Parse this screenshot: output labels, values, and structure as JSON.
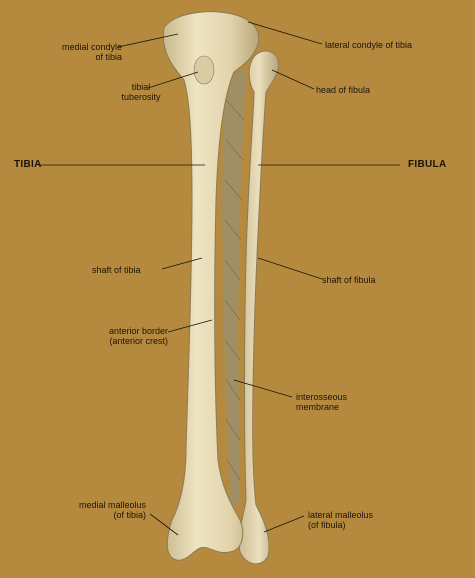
{
  "colors": {
    "background": "#b58a3e",
    "bone_fill": "#e6dab5",
    "bone_shadow": "#b9a77a",
    "membrane": "#9c8f6c",
    "leader": "#1c1408"
  },
  "labels": {
    "medial_condyle": [
      "medial condyle",
      "of tibia"
    ],
    "lateral_condyle": "lateral condyle of tibia",
    "tibial_tuberosity": [
      "tibial",
      "tuberosity"
    ],
    "head_of_fibula": "head of fibula",
    "tibia": "TIBIA",
    "fibula": "FIBULA",
    "shaft_of_tibia": "shaft of tibia",
    "shaft_of_fibula": "shaft of fibula",
    "anterior_border": [
      "anterior border",
      "(anterior crest)"
    ],
    "interosseous_membrane": [
      "interosseous",
      "membrane"
    ],
    "medial_malleolus": [
      "medial malleolus",
      "(of tibia)"
    ],
    "lateral_malleolus": [
      "lateral malleolus",
      "(of fibula)"
    ]
  }
}
